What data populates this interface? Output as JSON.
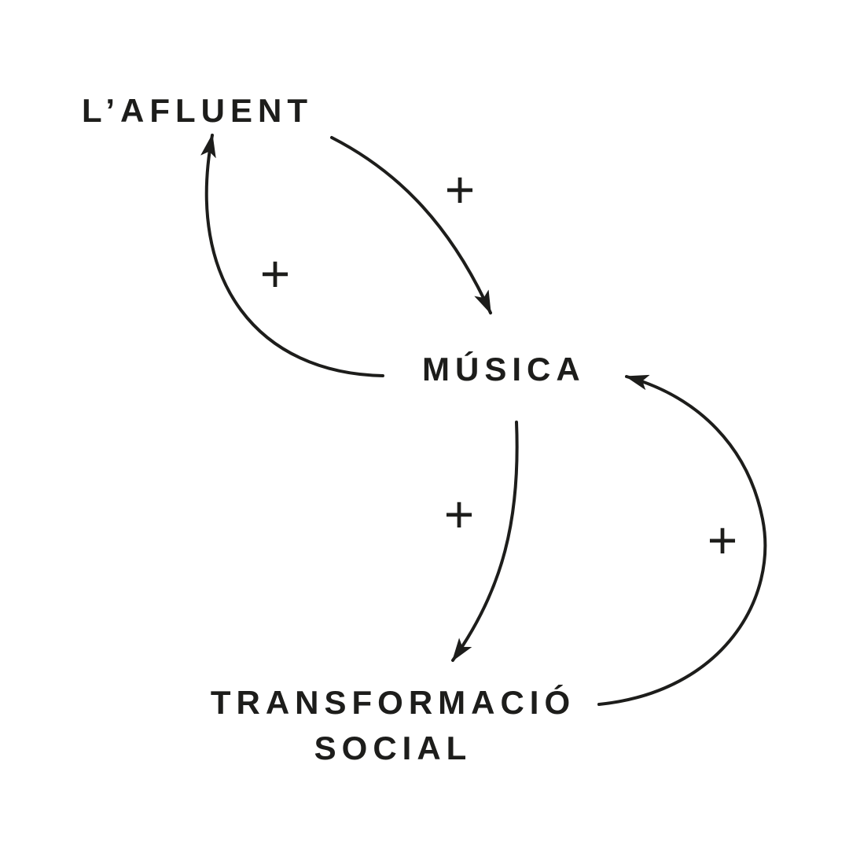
{
  "nodes": {
    "afluent": "L’AFLUENT",
    "musica": "MÚSICA",
    "transformacio": {
      "line1": "TRANSFORMACIÓ",
      "line2": "SOCIAL"
    }
  },
  "links": [
    {
      "from": "L’AFLUENT",
      "to": "MÚSICA",
      "polarity": "+"
    },
    {
      "from": "MÚSICA",
      "to": "L’AFLUENT",
      "polarity": "+"
    },
    {
      "from": "MÚSICA",
      "to": "TRANSFORMACIÓ SOCIAL",
      "polarity": "+"
    },
    {
      "from": "TRANSFORMACIÓ SOCIAL",
      "to": "MÚSICA",
      "polarity": "+"
    }
  ],
  "colors": {
    "ink": "#1d1d1b",
    "background": "#ffffff"
  }
}
